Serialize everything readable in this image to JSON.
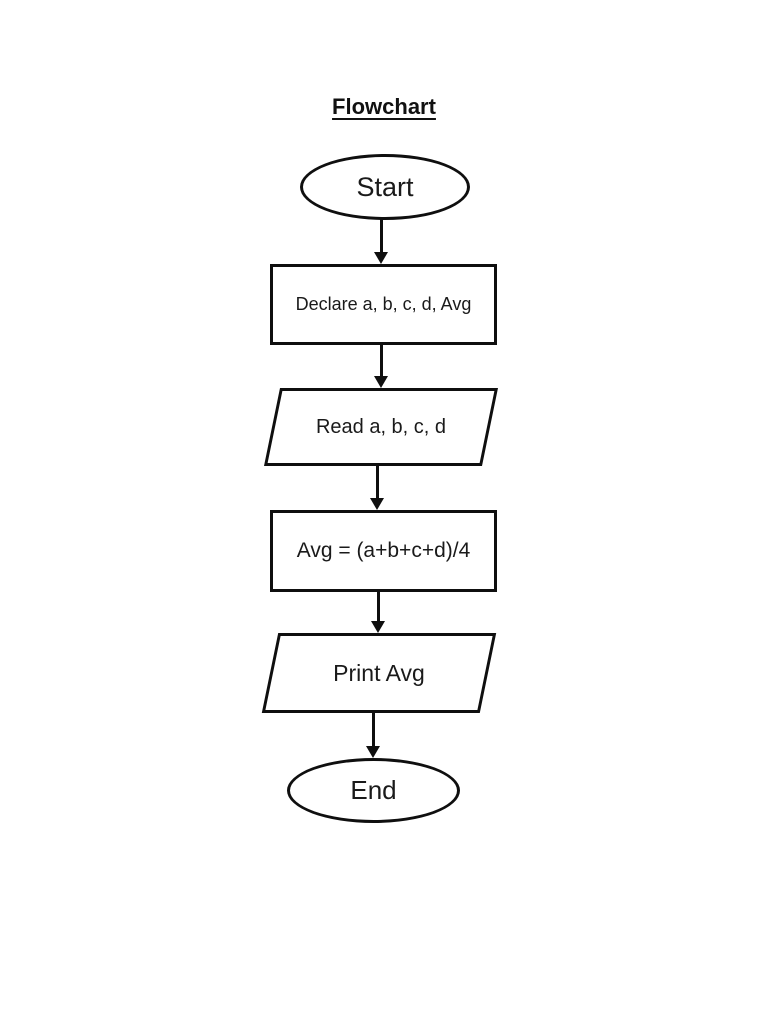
{
  "page": {
    "title": "Flowchart",
    "background_color": "#ffffff"
  },
  "flowchart": {
    "stroke_color": "#0f0f0f",
    "text_color": "#1a1a1a",
    "nodes": [
      {
        "id": "start",
        "type": "terminator-oval",
        "label": "Start"
      },
      {
        "id": "declare",
        "type": "process-rectangle",
        "label": "Declare a, b, c, d, Avg"
      },
      {
        "id": "read",
        "type": "input-output-parallelogram",
        "label": "Read a, b, c, d"
      },
      {
        "id": "avg",
        "type": "process-rectangle",
        "label": "Avg = (a+b+c+d)/4"
      },
      {
        "id": "print",
        "type": "input-output-parallelogram",
        "label": "Print Avg"
      },
      {
        "id": "end",
        "type": "terminator-oval",
        "label": "End"
      }
    ],
    "edges": [
      {
        "from": "start",
        "to": "declare"
      },
      {
        "from": "declare",
        "to": "read"
      },
      {
        "from": "read",
        "to": "avg"
      },
      {
        "from": "avg",
        "to": "print"
      },
      {
        "from": "print",
        "to": "end"
      }
    ]
  }
}
